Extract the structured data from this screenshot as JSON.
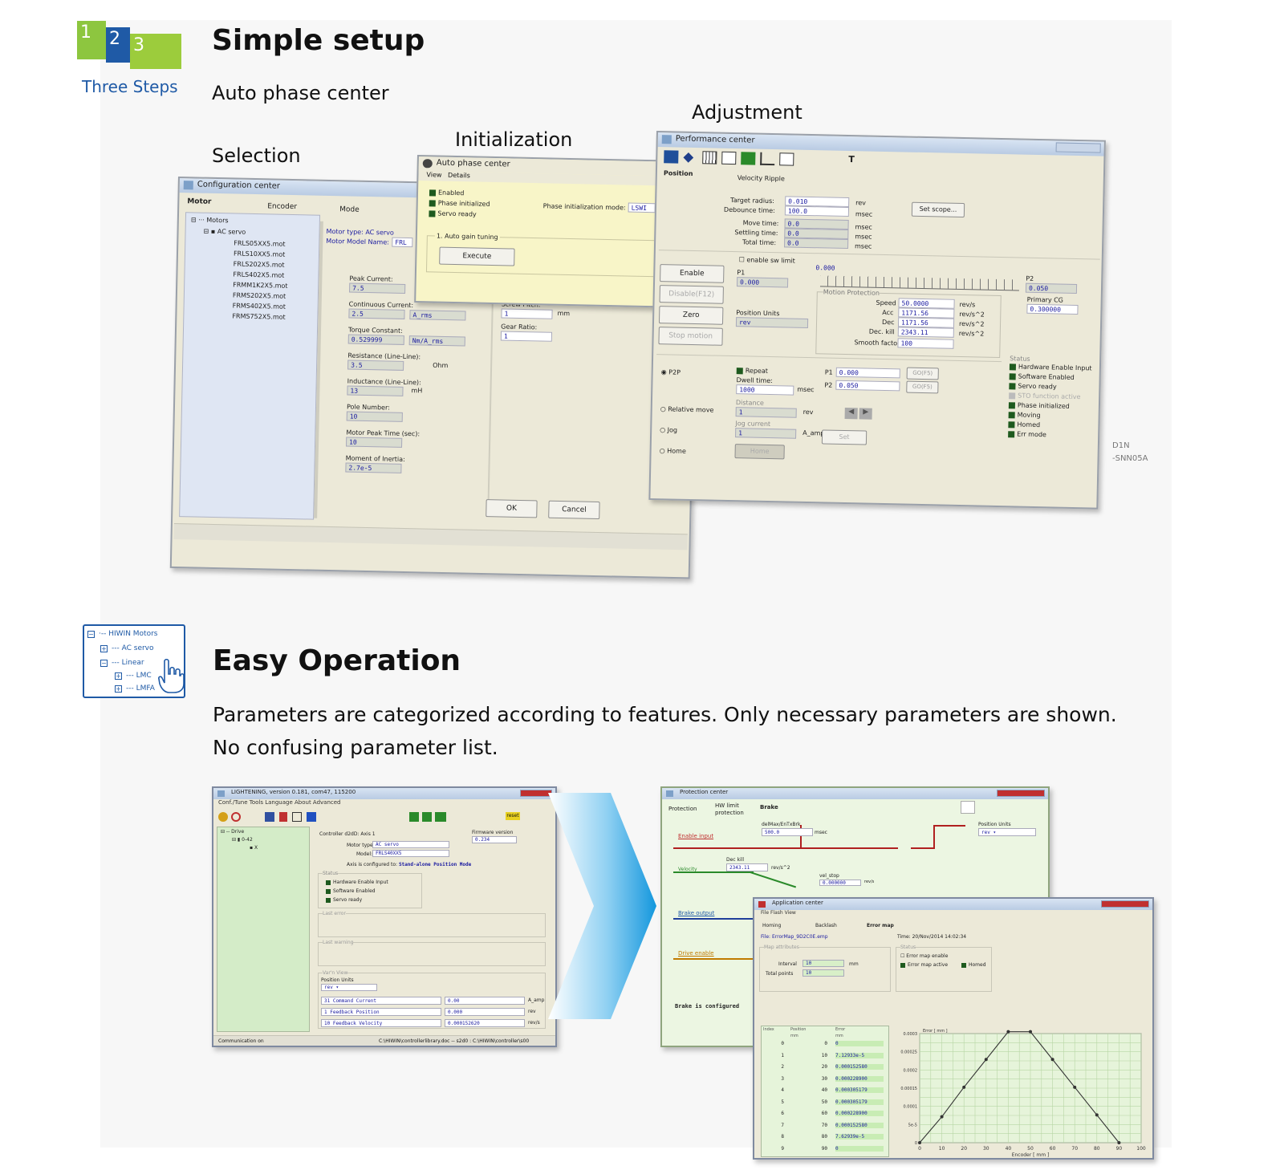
{
  "logo_steps": {
    "n1": "1",
    "n2": "2",
    "n3": "3",
    "caption": "Three Steps"
  },
  "section1": {
    "title": "Simple setup",
    "subtitle": "Auto phase center"
  },
  "labels": {
    "selection": "Selection",
    "initialization": "Initialization",
    "adjustment": "Adjustment"
  },
  "tree_icon": {
    "l1": "HIWIN Motors",
    "l2": "AC servo",
    "l3": "Linear",
    "l4": "LMC",
    "l5": "LMFA"
  },
  "section2": {
    "title": "Easy Operation",
    "line1": "Parameters are categorized according to features. Only necessary parameters are shown.",
    "line2": "No confusing parameter list."
  },
  "model_tag": {
    "line1": "D1N",
    "line2": "-SNN05A"
  },
  "config_win": {
    "title": "Configuration center",
    "tabs": [
      "Motor",
      "Encoder",
      "Mode"
    ],
    "tree_root": "Motors",
    "tree_sub": "AC servo",
    "tree_files": [
      "FRLS05XX5.mot",
      "FRLS10XX5.mot",
      "FRLS202X5.mot",
      "FRLS402X5.mot",
      "FRMM1K2X5.mot",
      "FRMS202X5.mot",
      "FRMS402X5.mot",
      "FRMS752X5.mot"
    ],
    "motor_type": "Motor type: AC servo",
    "model_name": "Motor Model Name:",
    "model_val": "FRL",
    "params": [
      {
        "label": "Peak Current:",
        "value": "7.5",
        "unit": ""
      },
      {
        "label": "Continuous Current:",
        "value": "2.5",
        "unit": "A_rms"
      },
      {
        "label": "Torque Constant:",
        "value": "0.529999",
        "unit": "Nm/A_rms"
      },
      {
        "label": "Resistance (Line-Line):",
        "value": "3.5",
        "unit": "Ohm"
      },
      {
        "label": "Inductance (Line-Line):",
        "value": "13",
        "unit": "mH"
      },
      {
        "label": "Pole Number:",
        "value": "10",
        "unit": ""
      },
      {
        "label": "Motor Peak Time (sec):",
        "value": "10",
        "unit": ""
      },
      {
        "label": "Moment of Inertia:",
        "value": "2.7e-5",
        "unit": ""
      }
    ],
    "screw_pitch": "Screw Pitch:",
    "screw_val": "1",
    "screw_unit": "mm",
    "gear_ratio": "Gear Ratio:",
    "gear_val": "1",
    "ok": "OK",
    "cancel": "Cancel"
  },
  "phase_win": {
    "title": "Auto phase center",
    "menu_view": "View",
    "menu_details": "Details",
    "chk1": "Enabled",
    "chk2": "Phase initialized",
    "chk3": "Servo ready",
    "mode_label": "Phase initialization mode:",
    "mode_val": "LSWI",
    "group": "1. Auto gain tuning",
    "execute": "Execute"
  },
  "perf_win": {
    "title": "Performance center",
    "tab_position": "Position",
    "tab_velocity": "Velocity Ripple",
    "target_radius": "Target radius:",
    "target_val": "0.010",
    "target_unit": "rev",
    "debounce": "Debounce time:",
    "debounce_val": "100.0",
    "debounce_unit": "msec",
    "move_time": "Move time:",
    "move_val": "0.0",
    "move_unit": "msec",
    "settling": "Settling time:",
    "settling_val": "0.0",
    "settling_unit": "msec",
    "total": "Total time:",
    "total_val": "0.0",
    "total_unit": "msec",
    "set_scope": "Set scope...",
    "enable": "Enable",
    "disable": "Disable(F12)",
    "zero": "Zero",
    "stop": "Stop motion",
    "sw_limit": "enable sw limit",
    "p1": "P1",
    "p1_val": "0.000",
    "p2": "P2",
    "p2_val": "0.050",
    "top_val": "0.000",
    "pos_units": "Position Units",
    "pos_units_val": "rev",
    "motion_protection": "Motion Protection",
    "speed": "Speed",
    "speed_val": "50.0000",
    "speed_unit": "rev/s",
    "acc": "Acc",
    "acc_val": "1171.56",
    "acc_unit": "rev/s^2",
    "dec": "Dec",
    "dec_val": "1171.56",
    "dec_unit": "rev/s^2",
    "dec_kill": "Dec. kill",
    "dec_kill_val": "2343.11",
    "dec_kill_unit": "rev/s^2",
    "smooth": "Smooth factor",
    "smooth_val": "100",
    "primary_cg": "Primary CG",
    "primary_cg_val": "0.300000",
    "p2p": "P2P",
    "repeat": "Repeat",
    "dwell": "Dwell time:",
    "dwell_val": "1000",
    "dwell_unit": "msec",
    "p1b": "P1",
    "p1b_val": "0.000",
    "p2b": "P2",
    "p2b_val": "0.050",
    "go1": "GO(F5)",
    "go2": "GO(F5)",
    "rel_move": "Relative move",
    "distance": "Distance",
    "dist_val": "1",
    "dist_unit": "rev",
    "jog": "Jog",
    "jog_current": "Jog current",
    "jog_val": "1",
    "jog_unit": "A_amp",
    "set": "Set",
    "home": "Home",
    "home_btn": "Home",
    "status_title": "Status",
    "status": [
      "Hardware Enable Input",
      "Software Enabled",
      "Servo ready",
      "STO function active",
      "Phase initialized",
      "Moving",
      "Homed",
      "Err mode"
    ],
    "t_glyph": "T"
  },
  "light_win": {
    "title": "LIGHTENING, version 0.181, com47, 115200",
    "menu": "Conf./Tune   Tools   Language   About   Advanced",
    "reset": "reset",
    "tree": [
      "Drive",
      "0-42",
      "X"
    ],
    "controller": "Controller d2dD:  Axis 1",
    "firmware": "Firmware version",
    "firmware_val": "0.234",
    "motor_type": "Motor type:",
    "motor_type_val": "AC servo",
    "model": "Model:",
    "model_val": "FRLS40XX5",
    "axis_cfg": "Axis is configured to:",
    "axis_mode": "Stand-alone Position Mode",
    "status_group": "Status",
    "status": [
      "Hardware Enable Input",
      "Software Enabled",
      "Servo ready"
    ],
    "last_error": "Last error",
    "last_warning": "Last warning",
    "var_view": "Var'n View",
    "pos_units": "Position Units",
    "pos_units_val": "rev",
    "vars": [
      {
        "name": "31 Command Current",
        "value": "0.00",
        "unit": "A_amp"
      },
      {
        "name": "1 Feedback Position",
        "value": "0.000",
        "unit": "rev"
      },
      {
        "name": "10 Feedback Velocity",
        "value": "0.000152620",
        "unit": "rev/s"
      }
    ],
    "status_bar": "Communication on",
    "path": "C:\\HIWIN\\controllerlibrary.doc -- s2d0 : C:\\HIWIN\\controller\\s00"
  },
  "prot_win": {
    "title": "Protection center",
    "tabs": [
      "Protection",
      "HW limit protection",
      "Brake"
    ],
    "pos_units": "Position Units",
    "pos_units_val": "rev",
    "enable_input": "Enable input",
    "delay": "delMax/EnTxBrk",
    "delay_val": "500.0",
    "delay_unit": "msec",
    "velocity": "Velocity",
    "dec_kill": "Dec kill",
    "dec_kill_val": "2343.11",
    "dec_kill_unit": "rev/s^2",
    "vel_stop": "vel_stop",
    "vel_stop_val": "0.000000",
    "vel_stop_unit": "rev/s",
    "brake_output": "Brake output",
    "drive_enable": "Drive enable",
    "brake_msg": "Brake is configured"
  },
  "app_win": {
    "title": "Application center",
    "menu": "File   Flash   View",
    "tabs": [
      "Homing",
      "Backlash",
      "Error map"
    ],
    "file": "File: ErrorMap_9D2C0E.emp",
    "time": "Time: 20/Nov/2014 14:02:34",
    "map_attr": "Map attributes",
    "status": "Status",
    "err_enable": "Error map enable",
    "err_active": "Error map active",
    "homed": "Homed",
    "interval": "Interval",
    "interval_val": "10",
    "interval_unit": "mm",
    "total_points": "Total points",
    "total_points_val": "10",
    "table_headers": [
      "Index",
      "Position",
      "Error"
    ],
    "table_units": [
      "",
      "mm",
      "mm"
    ],
    "rows": [
      {
        "i": "0",
        "p": "0",
        "e": "0"
      },
      {
        "i": "1",
        "p": "10",
        "e": "7.12933e-5"
      },
      {
        "i": "2",
        "p": "20",
        "e": "0.000152580"
      },
      {
        "i": "3",
        "p": "30",
        "e": "0.000228900"
      },
      {
        "i": "4",
        "p": "40",
        "e": "0.000305179"
      },
      {
        "i": "5",
        "p": "50",
        "e": "0.000305179"
      },
      {
        "i": "6",
        "p": "60",
        "e": "0.000228900"
      },
      {
        "i": "7",
        "p": "70",
        "e": "0.000152580"
      },
      {
        "i": "8",
        "p": "80",
        "e": "7.62939e-5"
      },
      {
        "i": "9",
        "p": "90",
        "e": "0"
      }
    ]
  },
  "chart_data": {
    "type": "line",
    "title": "",
    "ylabel": "Error [ mm ]",
    "xlabel": "Encoder [ mm ]",
    "x": [
      0,
      10,
      20,
      30,
      40,
      50,
      60,
      70,
      80,
      90
    ],
    "y": [
      0,
      7.12933e-05,
      0.00015258,
      0.0002289,
      0.000305179,
      0.000305179,
      0.0002289,
      0.00015258,
      7.62939e-05,
      0
    ],
    "xticks": [
      "0",
      "10",
      "20",
      "30",
      "40",
      "50",
      "60",
      "70",
      "80",
      "90",
      "100"
    ],
    "yticks": [
      "0",
      "5e-5",
      "0.0001",
      "0.00015",
      "0.0002",
      "0.00025",
      "0.0003"
    ],
    "xlim": [
      0,
      100
    ],
    "ylim": [
      0,
      0.0003
    ],
    "grid": true
  }
}
